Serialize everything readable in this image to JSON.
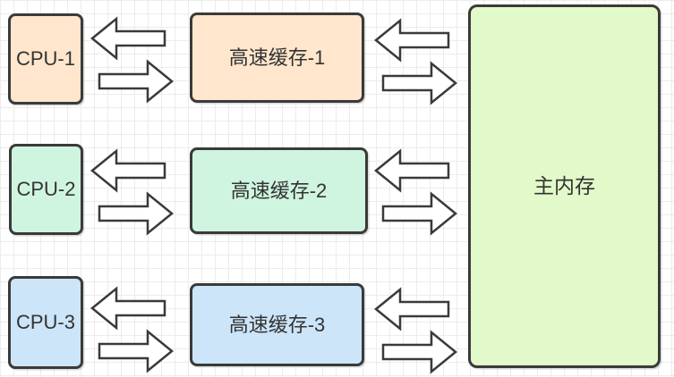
{
  "diagram": {
    "description": "CPU / cache / main-memory architecture diagram on a grid canvas",
    "background": {
      "canvas_color": "#ffffff",
      "grid_color": "#ececec"
    },
    "style": {
      "border_color": "#3a3a3a",
      "text_color": "#333333",
      "arrow_fill": "#ffffff",
      "arrow_stroke": "#3a3a3a"
    },
    "nodes": {
      "cpu1": {
        "label": "CPU-1",
        "fill": "#ffe6cc"
      },
      "cpu2": {
        "label": "CPU-2",
        "fill": "#cff5e0"
      },
      "cpu3": {
        "label": "CPU-3",
        "fill": "#cce5f8"
      },
      "cache1": {
        "label": "高速缓存-1",
        "fill": "#ffe6cc"
      },
      "cache2": {
        "label": "高速缓存-2",
        "fill": "#cff5e0"
      },
      "cache3": {
        "label": "高速缓存-3",
        "fill": "#cce5f8"
      },
      "memory": {
        "label": "主内存",
        "fill": "#e2fac9"
      }
    },
    "edges": [
      {
        "from": "CPU-1",
        "to": "高速缓存-1",
        "type": "bidirectional-double-arrow"
      },
      {
        "from": "CPU-2",
        "to": "高速缓存-2",
        "type": "bidirectional-double-arrow"
      },
      {
        "from": "CPU-3",
        "to": "高速缓存-3",
        "type": "bidirectional-double-arrow"
      },
      {
        "from": "高速缓存-1",
        "to": "主内存",
        "type": "bidirectional-double-arrow"
      },
      {
        "from": "高速缓存-2",
        "to": "主内存",
        "type": "bidirectional-double-arrow"
      },
      {
        "from": "高速缓存-3",
        "to": "主内存",
        "type": "bidirectional-double-arrow"
      }
    ]
  }
}
